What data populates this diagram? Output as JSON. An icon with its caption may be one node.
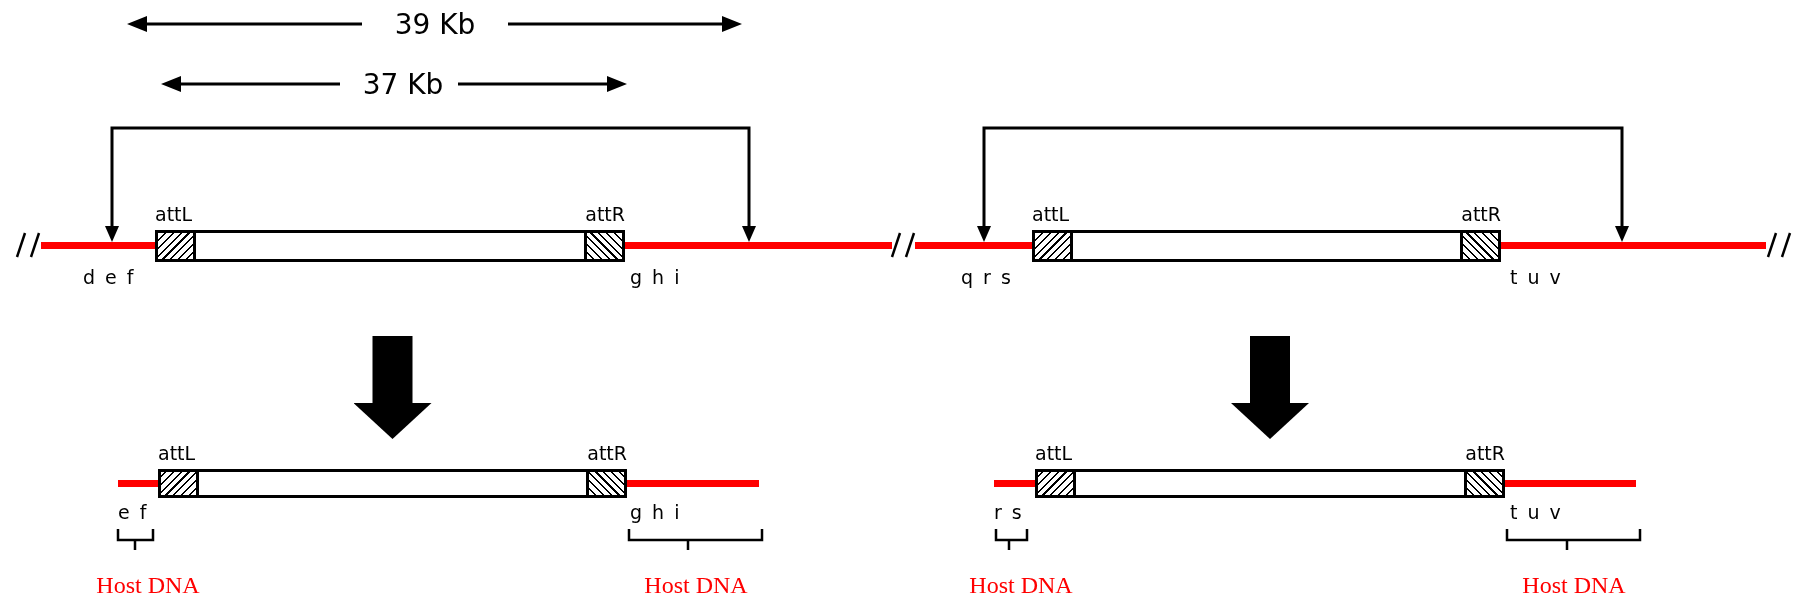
{
  "diagram": {
    "nodes": [
      {
        "text": [
          "d e f"
        ]
      },
      {
        "text": [],
        "shape": "bar"
      },
      {
        "text": [
          "attL"
        ],
        "in": 1
      },
      {
        "text": [
          "attR"
        ],
        "in": 1
      },
      {
        "text": [
          "g h i"
        ]
      },
      {
        "text": [
          "q r s"
        ]
      },
      {
        "text": [],
        "shape": "bar"
      },
      {
        "text": [
          "attL"
        ],
        "in": 6
      },
      {
        "text": [
          "attR"
        ],
        "in": 6
      },
      {
        "text": [
          "t u v"
        ]
      },
      {
        "text": [
          "e f"
        ]
      },
      {
        "text": [],
        "shape": "bar"
      },
      {
        "text": [
          "attL"
        ],
        "in": 11
      },
      {
        "text": [
          "attR"
        ],
        "in": 11
      },
      {
        "text": [
          "g h i"
        ]
      },
      {
        "text": [
          "r s"
        ]
      },
      {
        "text": [],
        "shape": "bar"
      },
      {
        "text": [
          "attL"
        ],
        "in": 16
      },
      {
        "text": [
          "attR"
        ],
        "in": 16
      },
      {
        "text": [
          "t u v"
        ]
      }
    ],
    "edges": [
      {
        "from": 0,
        "to": 4,
        "arrow": "both"
      },
      {
        "from": 5,
        "to": 9,
        "arrow": "both"
      },
      {
        "from": null,
        "to": 11,
        "arrow": "to",
        "style": "thick"
      },
      {
        "from": null,
        "to": 16,
        "arrow": "to",
        "style": "thick"
      }
    ],
    "labels": [
      "39 Kb",
      "37 Kb",
      "Host DNA",
      "Host DNA",
      "Host DNA",
      "Host DNA"
    ]
  }
}
